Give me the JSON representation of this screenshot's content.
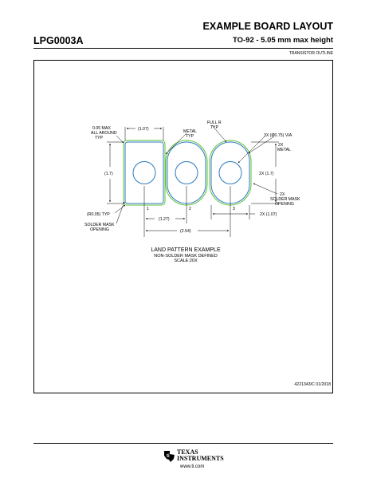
{
  "header": {
    "title": "EXAMPLE BOARD LAYOUT",
    "package_id": "LPG0003A",
    "subtitle": "TO-92 - 5.05 mm max height",
    "outline": "TRANSISTOR OUTLINE"
  },
  "drawing": {
    "labels": {
      "mask_clearance_1": "0.05 MAX",
      "mask_clearance_2": "ALL AROUND",
      "mask_clearance_3": "TYP",
      "width_top": "(1.07)",
      "metal_typ_1": "METAL",
      "metal_typ_2": "TYP",
      "full_r_1": "FULL R",
      "full_r_2": "TYP",
      "via": "3X (Ø0.75) VIA",
      "metal_2x_1": "2X",
      "metal_2x_2": "METAL",
      "height_left": "(1.7)",
      "height_right": "2X (1.7)",
      "mask_2x_1": "2X",
      "mask_2x_2": "SOLDER MASK",
      "mask_2x_3": "OPENING",
      "corner_radius": "(R0.05) TYP",
      "pin_1": "1",
      "pin_2": "2",
      "pin_3": "3",
      "width_right": "2X (1.07)",
      "pitch": "(1.27)",
      "span": "(2.54)",
      "mask_opening_1": "SOLDER MASK",
      "mask_opening_2": "OPENING"
    },
    "caption_1": "LAND PATTERN EXAMPLE",
    "caption_2": "NON-SOLDER MASK DEFINED",
    "caption_3": "SCALE:20X",
    "colors": {
      "metal": "#2e7bbf",
      "mask": "#5bc236",
      "line": "#000000"
    }
  },
  "reference": "4221343/C   01/2018",
  "footer": {
    "company_line1": "TEXAS",
    "company_line2": "INSTRUMENTS",
    "url": "www.ti.com"
  }
}
